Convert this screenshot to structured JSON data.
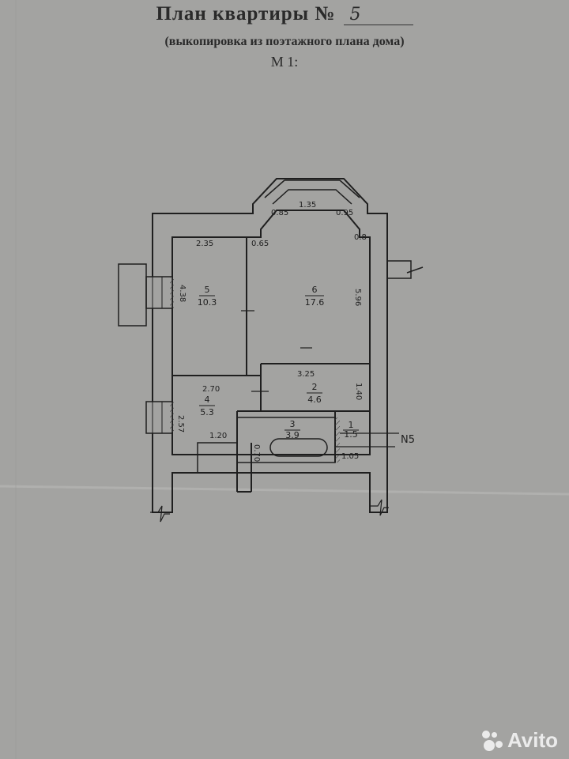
{
  "document": {
    "title": "План квартиры №",
    "apartment_number": "5",
    "subtitle": "(выкопировка из поэтажного плана дома)",
    "scale_label": "М 1:",
    "scale_value": ""
  },
  "plan": {
    "rooms": [
      {
        "number": "5",
        "area": "10.3"
      },
      {
        "number": "6",
        "area": "17.6"
      },
      {
        "number": "4",
        "area": "5.3"
      },
      {
        "number": "2",
        "area": "4.6"
      },
      {
        "number": "3",
        "area": "3.9"
      },
      {
        "number": "1",
        "area": "1.5"
      }
    ],
    "dimensions": {
      "room5_width": "2.35",
      "room5_height": "4.38",
      "room6_height": "5.96",
      "bay_left": "0.85",
      "bay_center": "1.35",
      "bay_right": "0.95",
      "wall_offset_left": "0.65",
      "wall_offset_right": "0.8",
      "hall_width": "3.25",
      "room4_width": "2.70",
      "room4_height": "2.57",
      "hall_height": "1.40",
      "corridor_width": "1.20",
      "bath_height": "0.70",
      "wc_width": "1.05"
    },
    "apartment_marker": "N5"
  },
  "watermark": {
    "text": "Avito"
  },
  "colors": {
    "paper": "#a3a3a1",
    "ink": "#1f1f1f",
    "watermark": "#f2f2f2"
  }
}
